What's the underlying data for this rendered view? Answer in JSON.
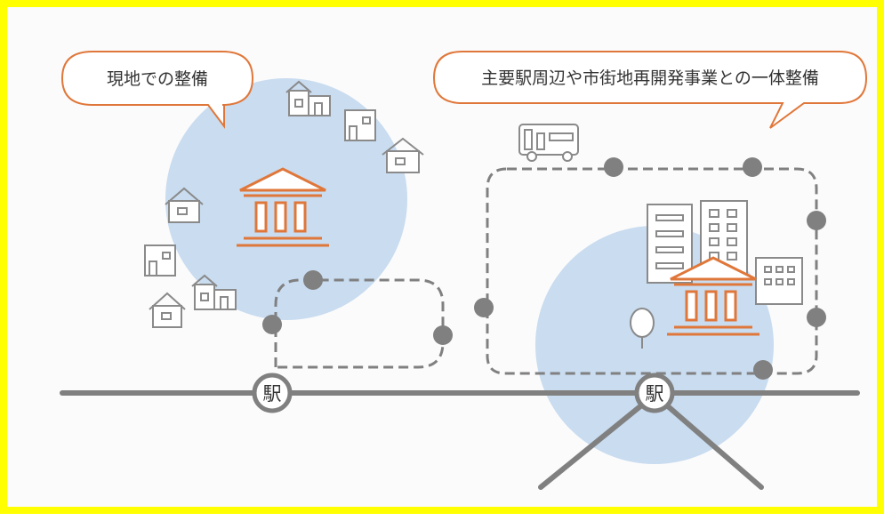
{
  "bubbles": {
    "left": "現地での整備",
    "right": "主要駅周辺や市街地再開発事業との一体整備"
  },
  "stations": {
    "left": "駅",
    "right": "駅"
  },
  "colors": {
    "frame": "#ffff00",
    "accent": "#e0773a",
    "circle": "#c9dcf0",
    "line": "#808080",
    "icon": "#8a8a8a"
  },
  "icons": [
    "facility-icon",
    "house-icon",
    "bus-icon",
    "office-building-icon",
    "tree-icon",
    "bus-stop-dot"
  ]
}
